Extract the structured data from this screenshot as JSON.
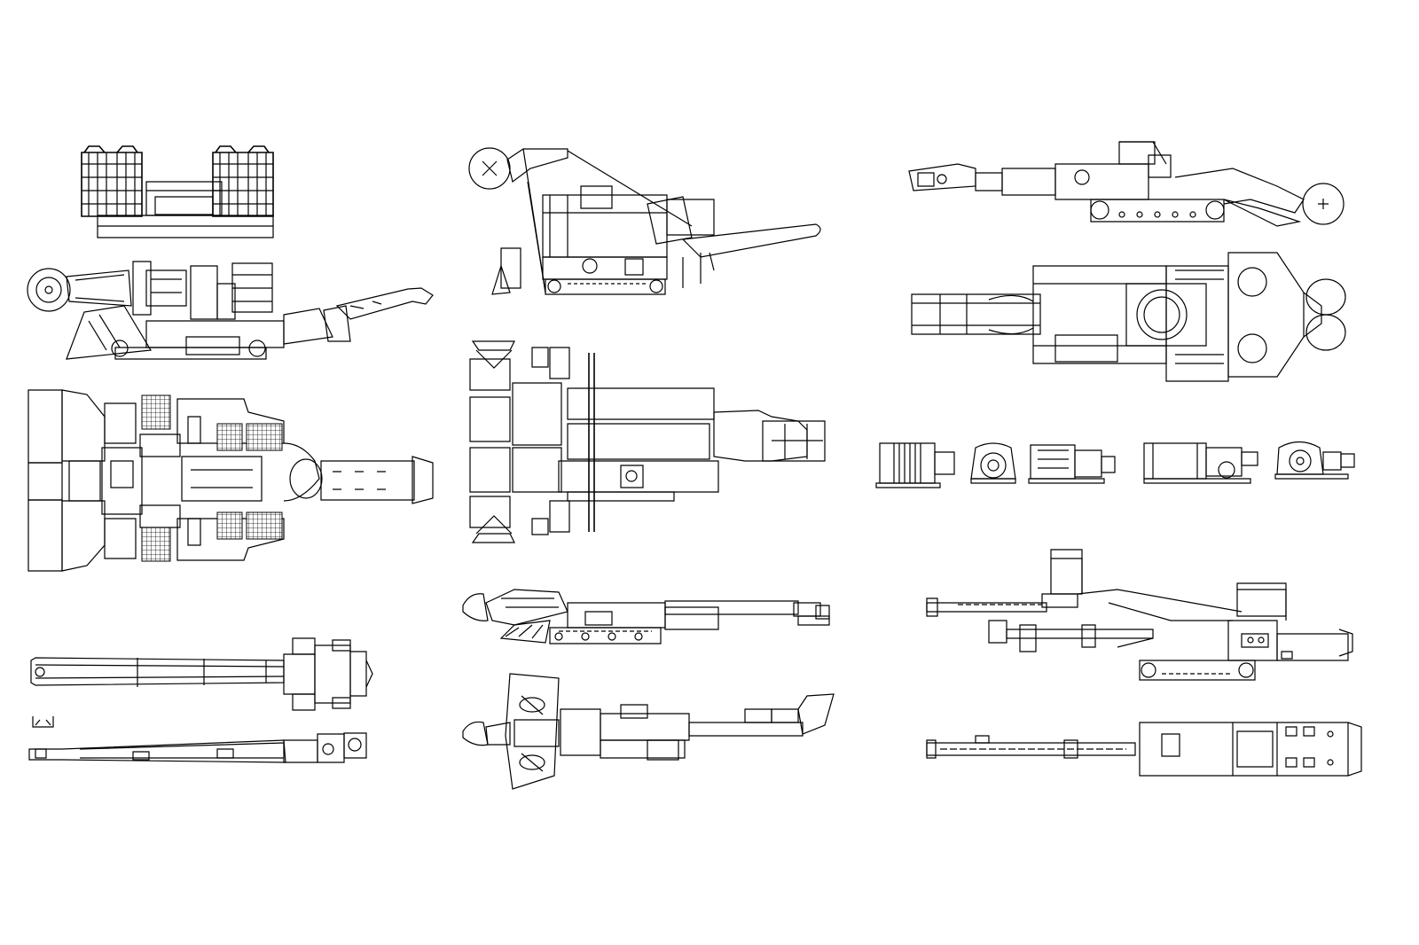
{
  "drawing": {
    "background": "#ffffff",
    "line_color": "#000000",
    "views": [
      {
        "id": "a1"
      },
      {
        "id": "a2"
      },
      {
        "id": "a3"
      },
      {
        "id": "a4"
      },
      {
        "id": "a5"
      },
      {
        "id": "b1"
      },
      {
        "id": "b2"
      },
      {
        "id": "b3"
      },
      {
        "id": "b4"
      },
      {
        "id": "c1"
      },
      {
        "id": "c2"
      },
      {
        "id": "c3"
      },
      {
        "id": "c4"
      },
      {
        "id": "c5"
      }
    ]
  }
}
